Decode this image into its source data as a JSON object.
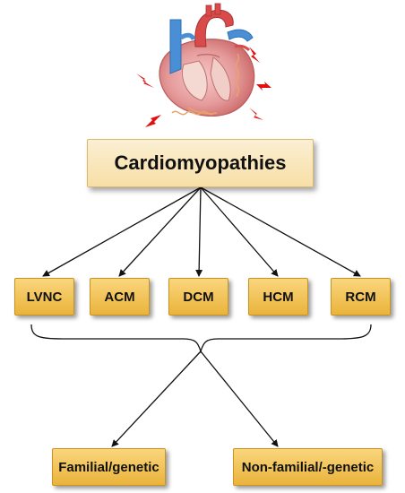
{
  "diagram": {
    "root": "Cardiomyopathies",
    "types": [
      "LVNC",
      "ACM",
      "DCM",
      "HCM",
      "RCM"
    ],
    "categories": [
      "Familial/genetic",
      "Non-familial/-genetic"
    ]
  },
  "colors": {
    "root_box": "#f9e6b6",
    "sub_box": "#f2c55c",
    "arrow": "#111111",
    "heart_red": "#d94b4b",
    "aorta_blue": "#4a8fd6",
    "spark_red": "#e01010"
  },
  "icons": {
    "illustration": "heart-anatomy-icon",
    "emphasis": "lightning-spark-icon"
  }
}
